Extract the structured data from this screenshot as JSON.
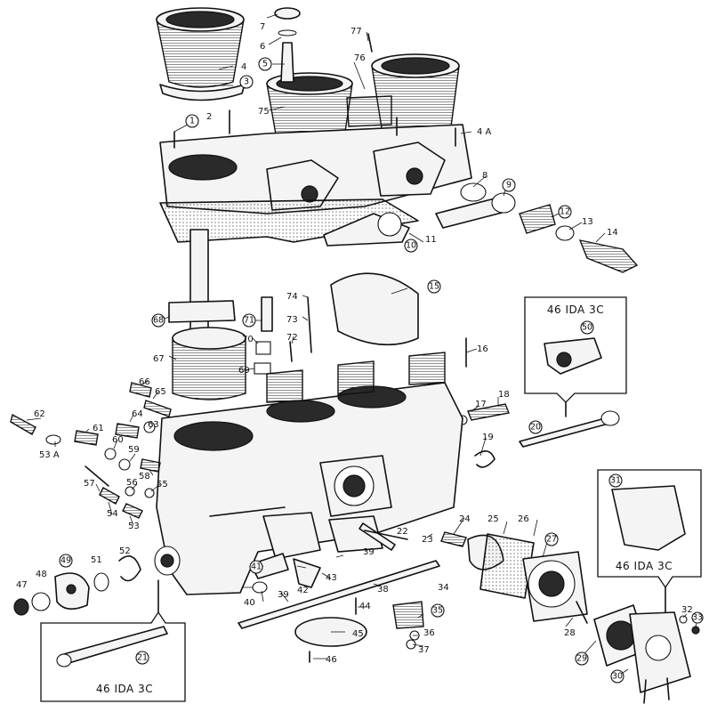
{
  "callouts": {
    "p1": "1",
    "p2": "2",
    "p3": "3",
    "p4": "4",
    "p4a": "4 A",
    "p5": "5",
    "p6": "6",
    "p7": "7",
    "p8": "8",
    "p9": "9",
    "p10": "10",
    "p11": "11",
    "p12": "12",
    "p13": "13",
    "p14": "14",
    "p15": "15",
    "p16": "16",
    "p17": "17",
    "p18": "18",
    "p19": "19",
    "p20": "20",
    "p21": "21",
    "p22": "22",
    "p23": "23",
    "p24": "24",
    "p25": "25",
    "p26": "26",
    "p27": "27",
    "p28": "28",
    "p29": "29",
    "p30": "30",
    "p31": "31",
    "p32": "32",
    "p33": "33",
    "p34": "34",
    "p35": "35",
    "p36": "36",
    "p37": "37",
    "p38": "38",
    "p39a": "39",
    "p39b": "39",
    "p40": "40",
    "p41": "41",
    "p42": "42",
    "p43": "43",
    "p44": "44",
    "p45": "45",
    "p46": "46",
    "p47": "47",
    "p48": "48",
    "p49": "49",
    "p50": "50",
    "p51": "51",
    "p52": "52",
    "p53": "53",
    "p53a": "53 A",
    "p54": "54",
    "p55": "55",
    "p56": "56",
    "p57": "57",
    "p58": "58",
    "p59": "59",
    "p60": "60",
    "p61": "61",
    "p62": "62",
    "p63": "63",
    "p64": "64",
    "p65": "65",
    "p66": "66",
    "p67": "67",
    "p68": "68",
    "p69": "69",
    "p70": "70",
    "p71": "71",
    "p72": "72",
    "p73": "73",
    "p74": "74",
    "p75": "75",
    "p76": "76",
    "p77": "77"
  },
  "insets": {
    "top_right": "46 IDA 3C",
    "bottom_left": "46 IDA 3C",
    "right": "46 IDA 3C"
  }
}
